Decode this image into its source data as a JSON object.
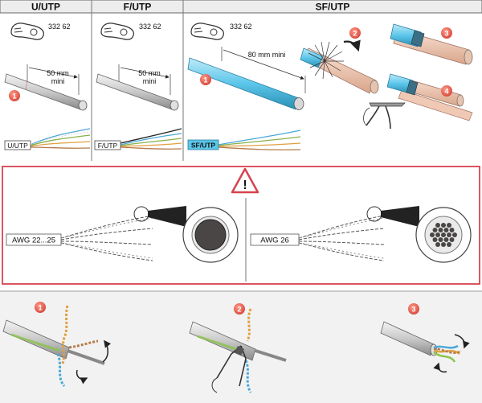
{
  "top_panels": {
    "utp": {
      "title": "U/UTP",
      "tool_code": "332 62",
      "measure": "50 mm",
      "measure_sub": "mini",
      "step": "1",
      "cable_label": "U/UTP"
    },
    "ftp": {
      "title": "F/UTP",
      "tool_code": "332 62",
      "measure": "50 mm",
      "measure_sub": "mini",
      "cable_label": "F/UTP"
    },
    "sftp": {
      "title": "SF/UTP",
      "tool_code": "332 62",
      "measure": "80 mm mini",
      "step1": "1",
      "step2": "2",
      "step3": "3",
      "step4": "4",
      "cable_label": "SF/UTP"
    }
  },
  "warning": {
    "symbol": "!",
    "left_label": "AWG 22...25",
    "right_label": "AWG 26"
  },
  "bottom_steps": {
    "step1": "1",
    "step2": "2",
    "step3": "3"
  },
  "colors": {
    "accent_red": "#d6434f",
    "cable_blue": "#5bc6ea",
    "step_red": "#e8604c",
    "title_bg": "#ededed",
    "lower_bg": "#f2f2f2"
  }
}
